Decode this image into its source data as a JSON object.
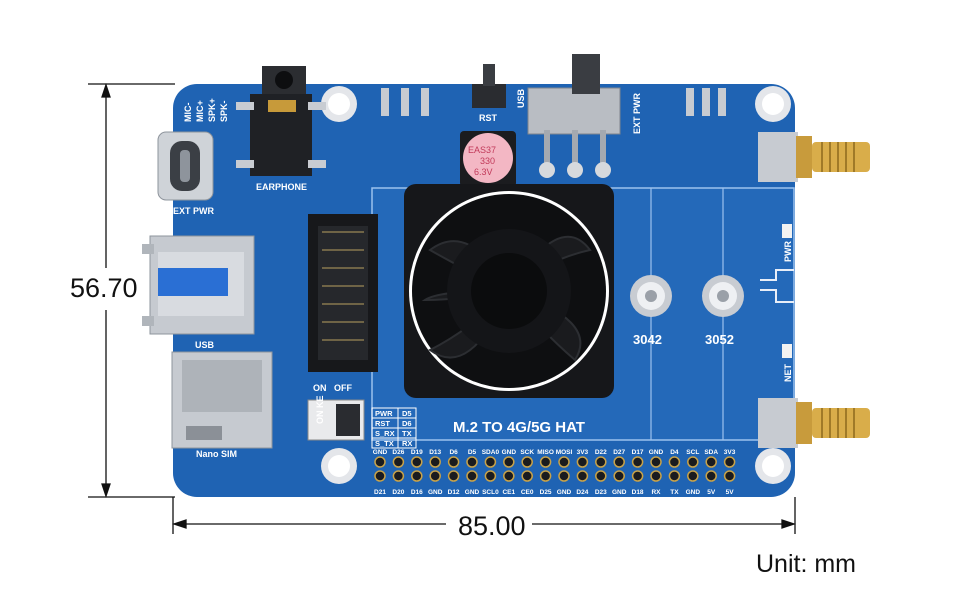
{
  "dimensions": {
    "height": "56.70",
    "width": "85.00",
    "unit": "Unit: mm"
  },
  "board": {
    "title": "M.2 TO 4G/5G HAT",
    "color": "#1f63b3",
    "silk_labels": {
      "mic_minus": "MIC-",
      "mic_plus": "MIC+",
      "spk_plus": "SPK+",
      "spk_minus": "SPK-",
      "earphone": "EARPHONE",
      "ext_pwr_left": "EXT PWR",
      "rst": "RST",
      "usb_switch": "USB",
      "ext_pwr_switch": "EXT PWR",
      "usb_port": "USB",
      "nano_sim": "Nano SIM",
      "on": "ON",
      "off": "OFF",
      "m2_3042": "3042",
      "m2_3052": "3052",
      "pwr_led": "PWR",
      "net_led": "NET",
      "dip_on": "ON",
      "dip_ke": "KE"
    },
    "capacitor_text": [
      "EAS37",
      "330",
      "6.3V"
    ],
    "pin_table": [
      [
        "PWR",
        "D5"
      ],
      [
        "RST",
        "D6"
      ],
      [
        "S_RX",
        "TX"
      ],
      [
        "S_TX",
        "RX"
      ]
    ],
    "header_top_labels": [
      "GND",
      "D26",
      "D19",
      "D13",
      "D6",
      "D5",
      "SDA0",
      "GND",
      "SCK",
      "MISO",
      "MOSI",
      "3V3",
      "D22",
      "D27",
      "D17",
      "GND",
      "D4",
      "SCL",
      "SDA",
      "3V3"
    ],
    "header_bottom_labels": [
      "D21",
      "D20",
      "D16",
      "GND",
      "D12",
      "GND",
      "SCL0",
      "CE1",
      "CE0",
      "D25",
      "GND",
      "D24",
      "D23",
      "GND",
      "D18",
      "RX",
      "TX",
      "GND",
      "5V",
      "5V"
    ]
  }
}
